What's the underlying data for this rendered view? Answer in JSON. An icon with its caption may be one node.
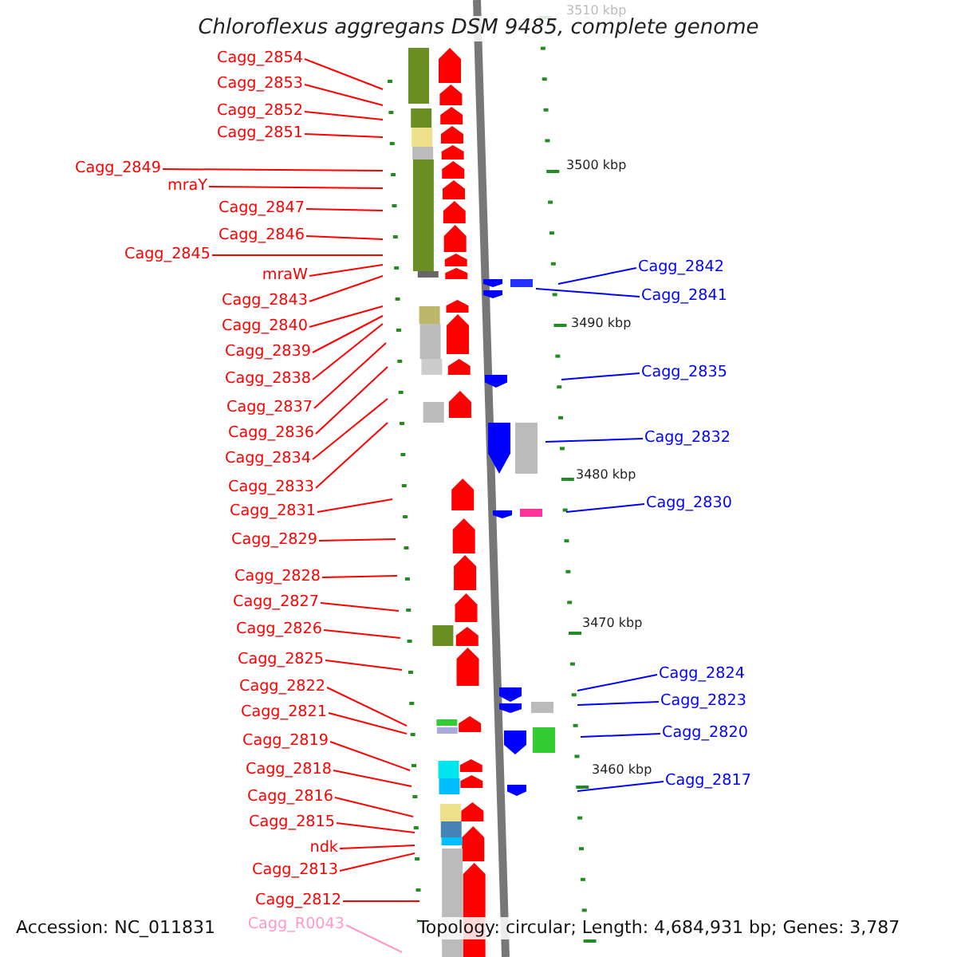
{
  "diagram": {
    "title": "Chloroflexus aggregans DSM 9485, complete genome",
    "nodes": [
      {
        "text": [
          "Cagg_2854"
        ]
      },
      {
        "text": [
          "Cagg_2853"
        ]
      },
      {
        "text": [
          "Cagg_2852"
        ]
      },
      {
        "text": [
          "Cagg_2851"
        ]
      },
      {
        "text": [
          "Cagg_2849"
        ]
      },
      {
        "text": [
          "mraY"
        ]
      },
      {
        "text": [
          "Cagg_2847"
        ]
      },
      {
        "text": [
          "Cagg_2846"
        ]
      },
      {
        "text": [
          "Cagg_2845"
        ]
      },
      {
        "text": [
          "mraW"
        ]
      },
      {
        "text": [
          "Cagg_2843"
        ]
      },
      {
        "text": [
          "Cagg_2840"
        ]
      },
      {
        "text": [
          "Cagg_2839"
        ]
      },
      {
        "text": [
          "Cagg_2838"
        ]
      },
      {
        "text": [
          "Cagg_2837"
        ]
      },
      {
        "text": [
          "Cagg_2836"
        ]
      },
      {
        "text": [
          "Cagg_2834"
        ]
      },
      {
        "text": [
          "Cagg_2833"
        ]
      },
      {
        "text": [
          "Cagg_2831"
        ]
      },
      {
        "text": [
          "Cagg_2829"
        ]
      },
      {
        "text": [
          "Cagg_2828"
        ]
      },
      {
        "text": [
          "Cagg_2827"
        ]
      },
      {
        "text": [
          "Cagg_2826"
        ]
      },
      {
        "text": [
          "Cagg_2825"
        ]
      },
      {
        "text": [
          "Cagg_2822"
        ]
      },
      {
        "text": [
          "Cagg_2821"
        ]
      },
      {
        "text": [
          "Cagg_2819"
        ]
      },
      {
        "text": [
          "Cagg_2818"
        ]
      },
      {
        "text": [
          "Cagg_2816"
        ]
      },
      {
        "text": [
          "Cagg_2815"
        ]
      },
      {
        "text": [
          "ndk"
        ]
      },
      {
        "text": [
          "Cagg_2813"
        ]
      },
      {
        "text": [
          "Cagg_2812"
        ]
      },
      {
        "text": [
          "Cagg_R0043"
        ]
      },
      {
        "text": [
          "Cagg_2842"
        ]
      },
      {
        "text": [
          "Cagg_2841"
        ]
      },
      {
        "text": [
          "Cagg_2835"
        ]
      },
      {
        "text": [
          "Cagg_2832"
        ]
      },
      {
        "text": [
          "Cagg_2830"
        ]
      },
      {
        "text": [
          "Cagg_2824"
        ]
      },
      {
        "text": [
          "Cagg_2823"
        ]
      },
      {
        "text": [
          "Cagg_2820"
        ]
      },
      {
        "text": [
          "Cagg_2817"
        ]
      }
    ],
    "edges": [
      {
        "from": 0,
        "to": null,
        "arrow": "none"
      },
      {
        "from": 1,
        "to": null,
        "arrow": "none"
      },
      {
        "from": 2,
        "to": null,
        "arrow": "none"
      },
      {
        "from": 3,
        "to": null,
        "arrow": "none"
      },
      {
        "from": 4,
        "to": null,
        "arrow": "none"
      },
      {
        "from": 5,
        "to": null,
        "arrow": "none"
      },
      {
        "from": 6,
        "to": null,
        "arrow": "none"
      },
      {
        "from": 7,
        "to": null,
        "arrow": "none"
      },
      {
        "from": 8,
        "to": null,
        "arrow": "none"
      },
      {
        "from": 9,
        "to": null,
        "arrow": "none"
      },
      {
        "from": 10,
        "to": null,
        "arrow": "none"
      },
      {
        "from": 11,
        "to": null,
        "arrow": "none"
      },
      {
        "from": 12,
        "to": null,
        "arrow": "none"
      },
      {
        "from": 13,
        "to": null,
        "arrow": "none"
      },
      {
        "from": 14,
        "to": null,
        "arrow": "none"
      },
      {
        "from": 15,
        "to": null,
        "arrow": "none"
      },
      {
        "from": 16,
        "to": null,
        "arrow": "none"
      },
      {
        "from": 17,
        "to": null,
        "arrow": "none"
      },
      {
        "from": 18,
        "to": null,
        "arrow": "none"
      },
      {
        "from": 19,
        "to": null,
        "arrow": "none"
      },
      {
        "from": 20,
        "to": null,
        "arrow": "none"
      },
      {
        "from": 21,
        "to": null,
        "arrow": "none"
      },
      {
        "from": 22,
        "to": null,
        "arrow": "none"
      },
      {
        "from": 23,
        "to": null,
        "arrow": "none"
      },
      {
        "from": 24,
        "to": null,
        "arrow": "none"
      },
      {
        "from": 25,
        "to": null,
        "arrow": "none"
      },
      {
        "from": 26,
        "to": null,
        "arrow": "none"
      },
      {
        "from": 27,
        "to": null,
        "arrow": "none"
      },
      {
        "from": 28,
        "to": null,
        "arrow": "none"
      },
      {
        "from": 29,
        "to": null,
        "arrow": "none"
      },
      {
        "from": 30,
        "to": null,
        "arrow": "none"
      },
      {
        "from": 31,
        "to": null,
        "arrow": "none"
      },
      {
        "from": 32,
        "to": null,
        "arrow": "none"
      },
      {
        "from": 33,
        "to": null,
        "arrow": "none",
        "color": "#ff99cc"
      },
      {
        "from": 34,
        "to": null,
        "arrow": "none",
        "color": "#0000ff"
      },
      {
        "from": 35,
        "to": null,
        "arrow": "none",
        "color": "#0000ff"
      },
      {
        "from": 36,
        "to": null,
        "arrow": "none",
        "color": "#0000ff"
      },
      {
        "from": 37,
        "to": null,
        "arrow": "none",
        "color": "#0000ff"
      },
      {
        "from": 38,
        "to": null,
        "arrow": "none",
        "color": "#0000ff"
      },
      {
        "from": 39,
        "to": null,
        "arrow": "none",
        "color": "#0000ff"
      },
      {
        "from": 40,
        "to": null,
        "arrow": "none",
        "color": "#0000ff"
      },
      {
        "from": 41,
        "to": null,
        "arrow": "none",
        "color": "#0000ff"
      },
      {
        "from": 42,
        "to": null,
        "arrow": "none",
        "color": "#0000ff"
      }
    ],
    "labels": [
      "3510 kbp",
      "3500 kbp",
      "3490 kbp",
      "3480 kbp",
      "3470 kbp",
      "3460 kbp",
      "Accession: NC_011831",
      "Topology: circular; Length: 4,684,931 bp; Genes: 3,787"
    ]
  }
}
